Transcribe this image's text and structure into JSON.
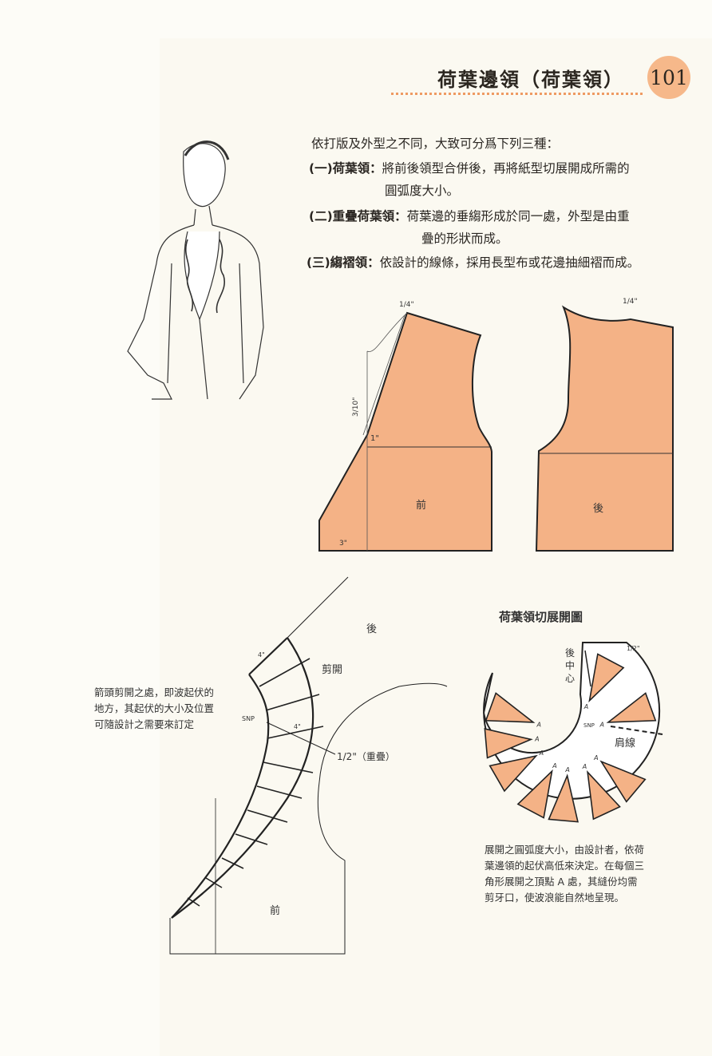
{
  "header": {
    "title": "荷葉邊領（荷葉領）",
    "page_number": "101"
  },
  "intro": {
    "line": "依打版及外型之不同，大致可分爲下列三種：",
    "items": [
      {
        "label": "(一)荷葉領：",
        "text1": "將前後領型合併後，再將紙型切展開成所需的",
        "text2": "圓弧度大小。"
      },
      {
        "label": "(二)重疊荷葉領：",
        "text1": "荷葉邊的垂縐形成於同一處，外型是由重",
        "text2": "疊的形狀而成。"
      },
      {
        "label": "(三)縐褶領：",
        "text1": "依設計的線條，採用長型布或花邊抽細褶而成。"
      }
    ]
  },
  "bodice": {
    "front_label": "前",
    "back_label": "後",
    "measure_quarter_front": "1/4\"",
    "measure_quarter_back": "1/4\"",
    "measure_3_10": "3/10\"",
    "measure_1": "1\"",
    "measure_3": "3\""
  },
  "collar_draft": {
    "back_label": "後",
    "front_label": "前",
    "cut_label": "剪開",
    "snp_label": "SNP",
    "measure_4a": "4\"",
    "measure_4b": "4\"",
    "overlap": "1/2\"（重疊）",
    "note": [
      "箭頭剪開之處，即波起伏的",
      "地方，其起伏的大小及位置",
      "可隨設計之需要來訂定"
    ]
  },
  "spread_diagram": {
    "title": "荷葉領切展開圖",
    "back_center": "後中心",
    "shoulder_line": "肩線",
    "snp_label": "SNP",
    "point_label": "A",
    "measure_half": "1/2\"",
    "note": [
      "展開之圓弧度大小，由設計者，依荷",
      "葉邊領的起伏高低來決定。在每個三",
      "角形展開之頂點 A 處，其縫份均需",
      "剪牙口，使波浪能自然地呈現。"
    ]
  },
  "colors": {
    "accent_orange": "#f4b286",
    "badge": "#f6b88a",
    "dots": "#ef9a62"
  }
}
